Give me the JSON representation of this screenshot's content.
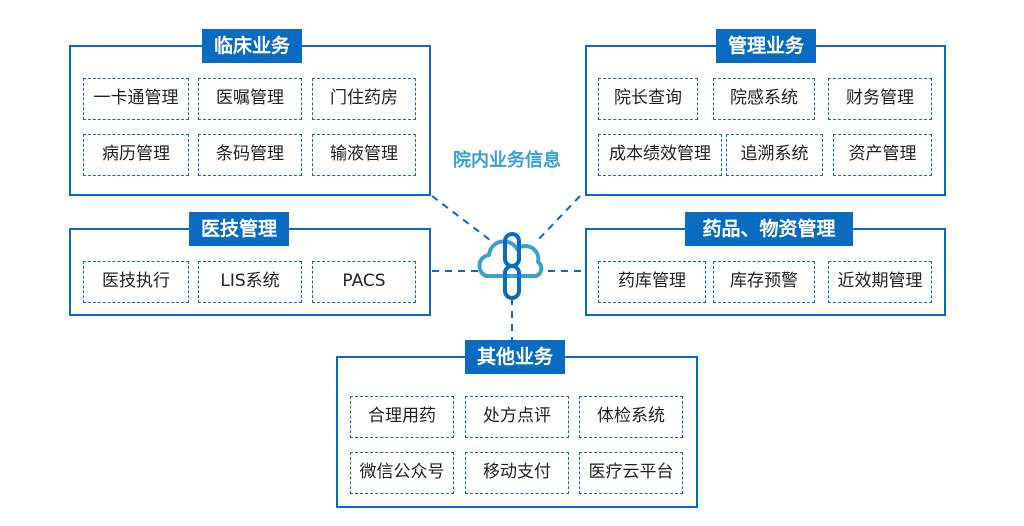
{
  "center": {
    "label": "院内业务信息",
    "icon": "cloud-link-icon"
  },
  "groups": {
    "clinical": {
      "title": "临床业务",
      "items": [
        "一卡通管理",
        "医嘱管理",
        "门住药房",
        "病历管理",
        "条码管理",
        "输液管理"
      ]
    },
    "management": {
      "title": "管理业务",
      "items": [
        "院长查询",
        "院感系统",
        "财务管理",
        "成本绩效管理",
        "追溯系统",
        "资产管理"
      ]
    },
    "medtech": {
      "title": "医技管理",
      "items": [
        "医技执行",
        "LIS系统",
        "PACS"
      ]
    },
    "drugs": {
      "title": "药品、物资管理",
      "items": [
        "药库管理",
        "库存预警",
        "近效期管理"
      ]
    },
    "other": {
      "title": "其他业务",
      "items": [
        "合理用药",
        "处方点评",
        "体检系统",
        "微信公众号",
        "移动支付",
        "医疗云平台"
      ]
    }
  },
  "colors": {
    "primary": "#0a6bc2",
    "accent": "#3aa0cf"
  }
}
